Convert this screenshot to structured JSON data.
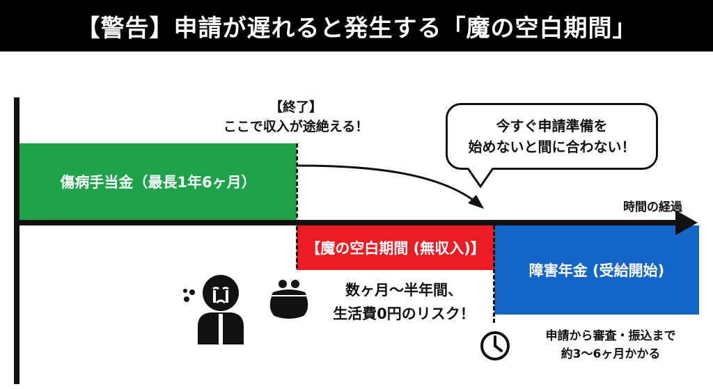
{
  "title": "【警告】申請が遅れると発生する「魔の空白期間」",
  "phases": {
    "sickness": "傷病手当金（最長1年6ヶ月）",
    "gap": "【魔の空白期間 (無収入)】",
    "pension": "障害年金 (受給開始)"
  },
  "end_label": {
    "line1": "【終了】",
    "line2": "ここで収入が途絶える！"
  },
  "time_axis": "時間の経過",
  "bubble": {
    "line1": "今すぐ申請準備を",
    "line2": "始めないと間に合わない！"
  },
  "risk": {
    "line1": "数ヶ月〜半年間、",
    "line2": "生活費0円のリスク！"
  },
  "note": {
    "line1": "申請から審査・振込まで",
    "line2": "約3〜6ヶ月かかる"
  },
  "colors": {
    "sickness": "#1ea34a",
    "gap": "#ec1c24",
    "pension": "#1266c8",
    "banner": "#000000"
  },
  "icons": [
    "crying-person-icon",
    "coin-purse-icon",
    "clock-icon"
  ]
}
